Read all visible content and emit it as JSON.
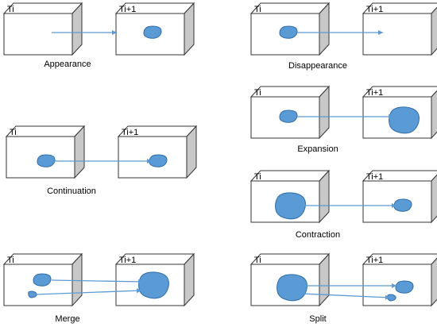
{
  "colors": {
    "box_face": "#ffffff",
    "box_side": "#c8c8c8",
    "box_stroke": "#333333",
    "blob_fill": "#5b9bd5",
    "blob_stroke": "#2e6ca8",
    "arrow": "#5b9bd5",
    "text": "#000000"
  },
  "panels": [
    {
      "id": "appearance",
      "caption": "Appearance",
      "boxes": [
        {
          "label": "Ti",
          "blobs": []
        },
        {
          "label": "Ti+1",
          "blobs": [
            {
              "size": "small"
            }
          ]
        }
      ],
      "arrows": [
        {
          "from": "empty-start",
          "to": "blob-end"
        }
      ]
    },
    {
      "id": "disappearance",
      "caption": "Disappearance",
      "boxes": [
        {
          "label": "Ti",
          "blobs": [
            {
              "size": "small"
            }
          ]
        },
        {
          "label": "Ti+1",
          "blobs": []
        }
      ],
      "arrows": [
        {
          "from": "blob",
          "to": "empty-end"
        }
      ]
    },
    {
      "id": "expansion",
      "caption": "Expansion",
      "boxes": [
        {
          "label": "Ti",
          "blobs": [
            {
              "size": "small"
            }
          ]
        },
        {
          "label": "Ti+1",
          "blobs": [
            {
              "size": "large"
            }
          ]
        }
      ],
      "arrows": [
        {
          "from": "blob",
          "to": "blob"
        }
      ]
    },
    {
      "id": "continuation",
      "caption": "Continuation",
      "boxes": [
        {
          "label": "Ti",
          "blobs": [
            {
              "size": "small"
            }
          ]
        },
        {
          "label": "Ti+1",
          "blobs": [
            {
              "size": "small"
            }
          ]
        }
      ],
      "arrows": [
        {
          "from": "blob",
          "to": "blob"
        }
      ]
    },
    {
      "id": "contraction",
      "caption": "Contraction",
      "boxes": [
        {
          "label": "Ti",
          "blobs": [
            {
              "size": "large"
            }
          ]
        },
        {
          "label": "Ti+1",
          "blobs": [
            {
              "size": "small"
            }
          ]
        }
      ],
      "arrows": [
        {
          "from": "blob",
          "to": "blob"
        }
      ]
    },
    {
      "id": "merge",
      "caption": "Merge",
      "boxes": [
        {
          "label": "Ti",
          "blobs": [
            {
              "size": "small"
            },
            {
              "size": "tiny"
            }
          ]
        },
        {
          "label": "Ti+1",
          "blobs": [
            {
              "size": "large"
            }
          ]
        }
      ],
      "arrows": [
        {
          "from": "blob",
          "to": "blob"
        },
        {
          "from": "blob",
          "to": "blob"
        }
      ]
    },
    {
      "id": "split",
      "caption": "Split",
      "boxes": [
        {
          "label": "Ti",
          "blobs": [
            {
              "size": "large"
            }
          ]
        },
        {
          "label": "Ti+1",
          "blobs": [
            {
              "size": "small"
            },
            {
              "size": "tiny"
            }
          ]
        }
      ],
      "arrows": [
        {
          "from": "blob",
          "to": "blob"
        },
        {
          "from": "blob",
          "to": "blob"
        }
      ]
    }
  ]
}
